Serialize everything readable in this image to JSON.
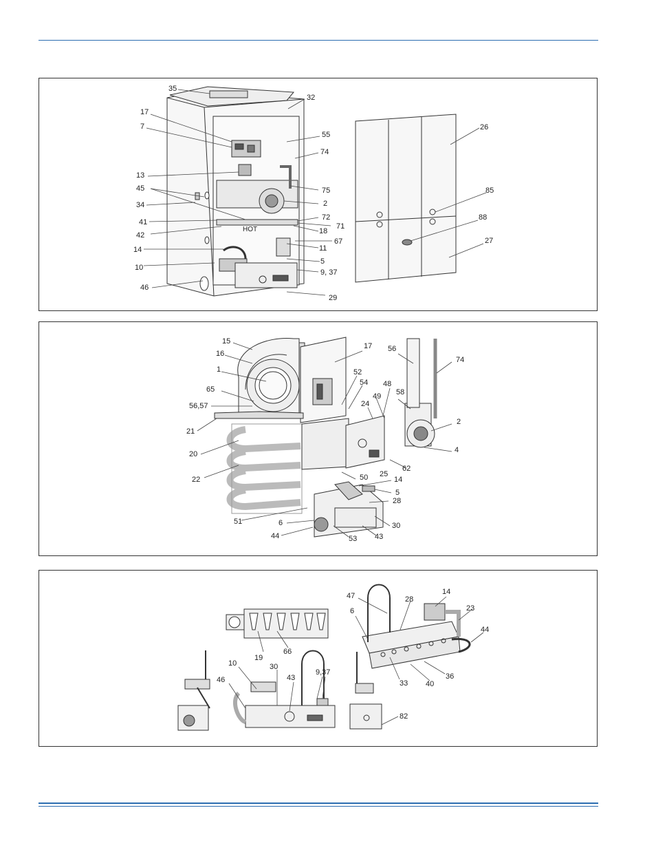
{
  "diagrams": [
    {
      "id": "furnace-assembly",
      "callouts": [
        "35",
        "32",
        "17",
        "7",
        "55",
        "74",
        "13",
        "75",
        "45",
        "2",
        "34",
        "72",
        "41",
        "71",
        "42",
        "18",
        "67",
        "14",
        "11",
        "5",
        "10",
        "9, 37",
        "46",
        "29",
        "26",
        "85",
        "88",
        "27"
      ]
    },
    {
      "id": "blower-heat-exchanger",
      "callouts": [
        "15",
        "17",
        "16",
        "56",
        "74",
        "1",
        "52",
        "54",
        "48",
        "65",
        "49",
        "58",
        "56,57",
        "24",
        "21",
        "2",
        "4",
        "20",
        "62",
        "25",
        "22",
        "50",
        "14",
        "5",
        "28",
        "51",
        "6",
        "30",
        "44",
        "53",
        "43"
      ]
    },
    {
      "id": "burner-assembly-views",
      "callouts": [
        "47",
        "14",
        "28",
        "23",
        "6",
        "44",
        "19",
        "66",
        "10",
        "30",
        "9,37",
        "43",
        "46",
        "33",
        "40",
        "36",
        "82"
      ]
    }
  ]
}
